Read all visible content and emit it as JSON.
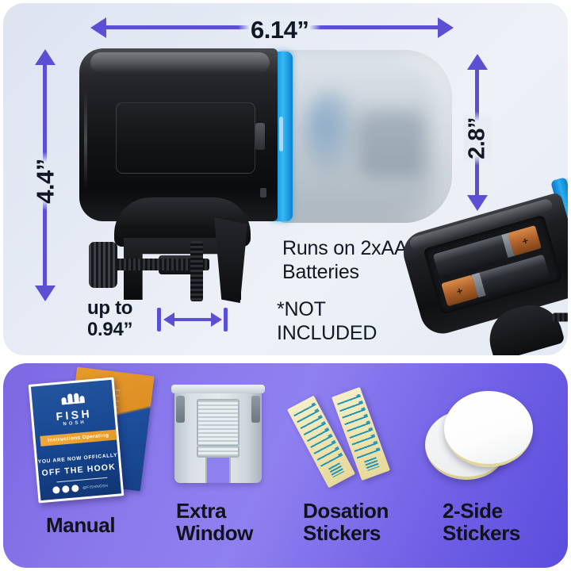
{
  "product": {
    "brand": "FISH NOSH",
    "brand_line1": "FISH",
    "brand_line2": "NOSH"
  },
  "dimensions": {
    "width_label": "6.14”",
    "height_label": "4.4”",
    "depth_label": "2.8”",
    "clamp_label_line1": "up to",
    "clamp_label_line2": "0.94”",
    "arrow_color": "#5b4fd4"
  },
  "battery": {
    "line1": "Runs on 2xAA",
    "line2": "Batteries",
    "note_line1": "*NOT",
    "note_line2": "INCLUDED",
    "plus_symbol": "+",
    "cell_count": 2
  },
  "manual_cover": {
    "badge": "Instructions  Operating",
    "tagline_top": "YOU ARE NOW OFFICALLY",
    "tagline_bottom": "OFF THE HOOK",
    "handle": "@FISHNOSH"
  },
  "accessories": [
    {
      "id": "manual",
      "label_line1": "Manual",
      "label_line2": ""
    },
    {
      "id": "extra-window",
      "label_line1": "Extra",
      "label_line2": "Window"
    },
    {
      "id": "dosation-sticker",
      "label_line1": "Dosation",
      "label_line2": "Stickers"
    },
    {
      "id": "two-side-sticker",
      "label_line1": "2-Side",
      "label_line2": "Stickers"
    }
  ],
  "colors": {
    "top_panel_bg": "#e6ebf5",
    "bottom_panel_bg": "#7d67e2",
    "accent_blue": "#1aa0e8",
    "accent_purple": "#5b4fd4",
    "text_dark": "#121725"
  }
}
